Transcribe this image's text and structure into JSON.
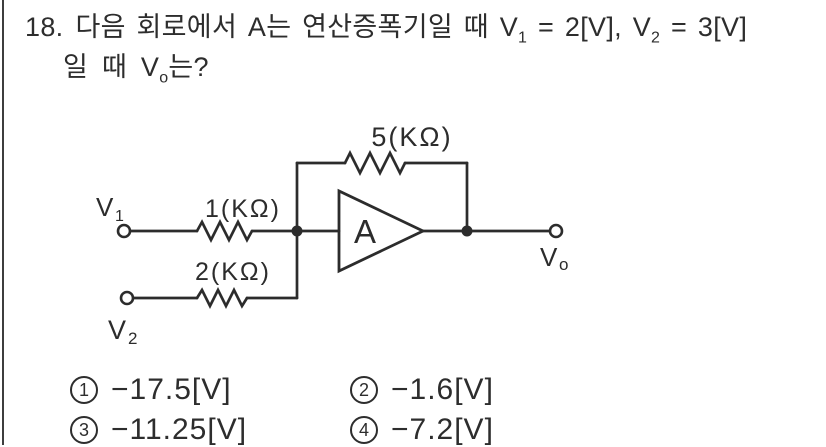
{
  "question": {
    "number": "18.",
    "line1_a": "다음 회로에서 A는 연산증폭기일 때 V",
    "line1_sub1": "1",
    "line1_b": " = 2[V], V",
    "line1_sub2": "2",
    "line1_c": " = 3[V]",
    "line2_a": "일 때 V",
    "line2_sub": "o",
    "line2_b": "는?"
  },
  "circuit": {
    "source1_label": "V",
    "source1_sub": "1",
    "source2_label": "V",
    "source2_sub": "2",
    "output_label": "V",
    "output_sub": "o",
    "r_input1": "1(KΩ)",
    "r_input2": "2(KΩ)",
    "r_feedback": "5(KΩ)",
    "opamp_label": "A"
  },
  "answers": [
    {
      "num": "1",
      "label": "−17.5[V]"
    },
    {
      "num": "2",
      "label": "−1.6[V]"
    },
    {
      "num": "3",
      "label": "−11.25[V]"
    },
    {
      "num": "4",
      "label": "−7.2[V]"
    }
  ],
  "colors": {
    "ink": "#2c2c2c",
    "background": "#ffffff"
  }
}
